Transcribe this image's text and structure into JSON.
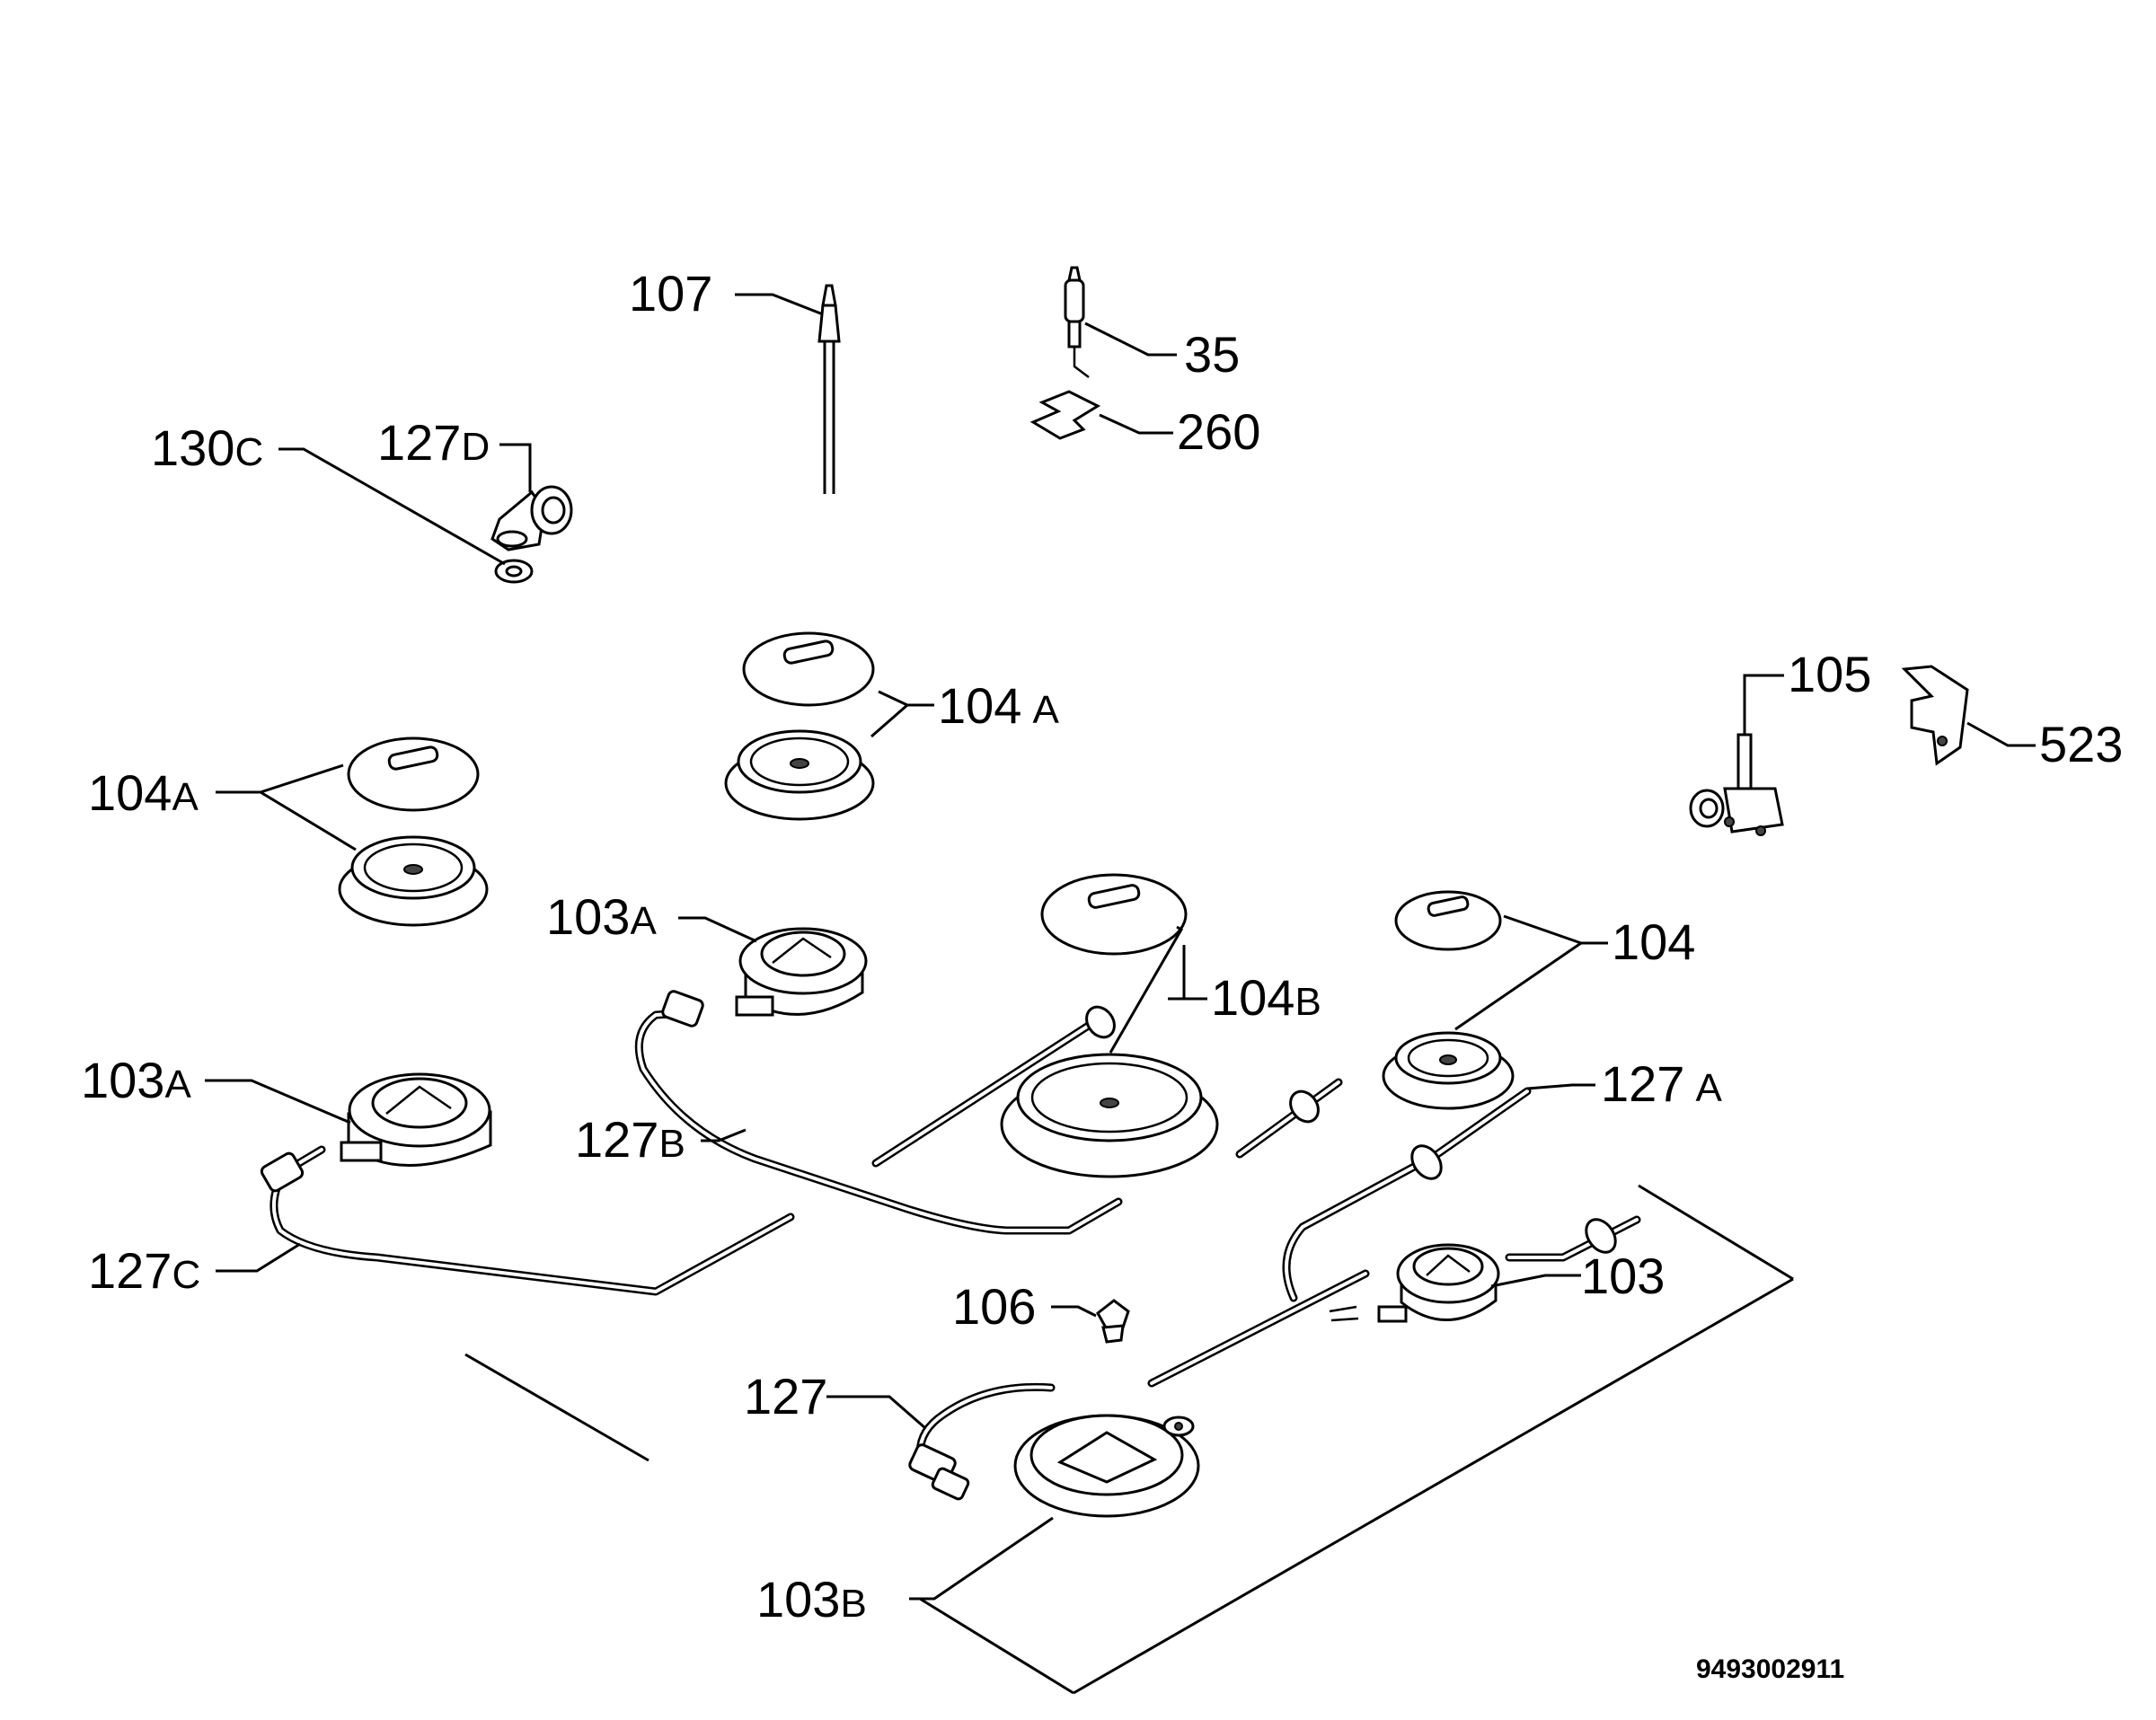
{
  "labels": {
    "p107": {
      "num": "107",
      "suf": ""
    },
    "p35": {
      "num": "35",
      "suf": ""
    },
    "p260": {
      "num": "260",
      "suf": ""
    },
    "p130c": {
      "num": "130",
      "suf": "C"
    },
    "p127d": {
      "num": "127",
      "suf": "D"
    },
    "p104a_top": {
      "num": "104",
      "suf": "A"
    },
    "p104a_left": {
      "num": "104",
      "suf": "A"
    },
    "p105": {
      "num": "105",
      "suf": ""
    },
    "p523": {
      "num": "523",
      "suf": ""
    },
    "p103a_mid": {
      "num": "103",
      "suf": "A"
    },
    "p104": {
      "num": "104",
      "suf": ""
    },
    "p104b": {
      "num": "104",
      "suf": "B"
    },
    "p103a_left": {
      "num": "103",
      "suf": "A"
    },
    "p127a": {
      "num": "127",
      "suf": "A"
    },
    "p127b": {
      "num": "127",
      "suf": "B"
    },
    "p127c": {
      "num": "127",
      "suf": "C"
    },
    "p103": {
      "num": "103",
      "suf": ""
    },
    "p106": {
      "num": "106",
      "suf": ""
    },
    "p127": {
      "num": "127",
      "suf": ""
    },
    "p103b": {
      "num": "103",
      "suf": "B"
    }
  },
  "document_number": "9493002911"
}
